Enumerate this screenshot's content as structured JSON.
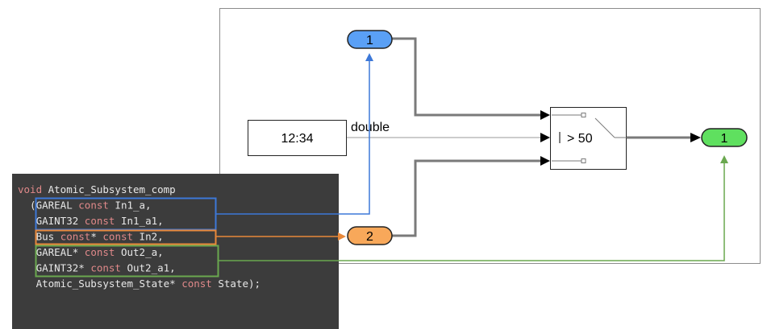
{
  "model": {
    "inport_1_label": "1",
    "inport_2_label": "2",
    "outport_1_label": "1",
    "constant_value": "12:34",
    "signal_label": "double",
    "switch_criteria": "> 50"
  },
  "code": {
    "lines": [
      {
        "parts": [
          {
            "text": "void",
            "kw": true
          },
          {
            "text": " Atomic_Subsystem_comp",
            "kw": false
          }
        ]
      },
      {
        "parts": [
          {
            "text": "  (GAREAL ",
            "kw": false
          },
          {
            "text": "const",
            "kw": true
          },
          {
            "text": " In1_a,",
            "kw": false
          }
        ]
      },
      {
        "parts": [
          {
            "text": "   GAINT32 ",
            "kw": false
          },
          {
            "text": "const",
            "kw": true
          },
          {
            "text": " In1_a1,",
            "kw": false
          }
        ]
      },
      {
        "parts": [
          {
            "text": "   Bus ",
            "kw": false
          },
          {
            "text": "const",
            "kw": true
          },
          {
            "text": "* ",
            "kw": false
          },
          {
            "text": "const",
            "kw": true
          },
          {
            "text": " In2,",
            "kw": false
          }
        ]
      },
      {
        "parts": [
          {
            "text": "   GAREAL* ",
            "kw": false
          },
          {
            "text": "const",
            "kw": true
          },
          {
            "text": " Out2_a,",
            "kw": false
          }
        ]
      },
      {
        "parts": [
          {
            "text": "   GAINT32* ",
            "kw": false
          },
          {
            "text": "const",
            "kw": true
          },
          {
            "text": " Out2_a1,",
            "kw": false
          }
        ]
      },
      {
        "parts": [
          {
            "text": "   Atomic_Subsystem_State* ",
            "kw": false
          },
          {
            "text": "const",
            "kw": true
          },
          {
            "text": " State);",
            "kw": false
          }
        ]
      }
    ]
  },
  "colors": {
    "inport_fill": "#5aa0f5",
    "outport_fill": "#5fe05f",
    "bus_port_fill": "#f8a85a",
    "blue_link": "#3d78d8",
    "orange_link": "#e8883a",
    "green_link": "#6aa84f",
    "code_bg": "#3c3c3c",
    "signal_gray": "#7a7a7a"
  }
}
